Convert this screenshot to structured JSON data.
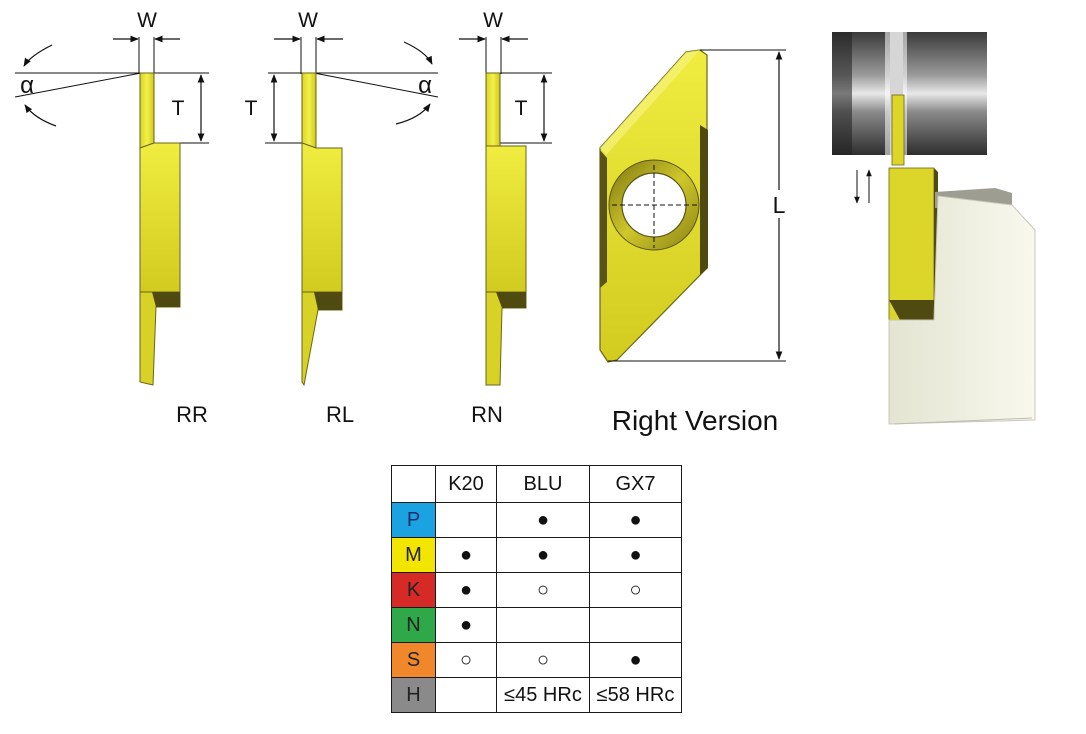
{
  "diagram": {
    "variants": [
      {
        "id": "rr",
        "label": "RR",
        "angle_symbol": "α",
        "width_symbol": "W",
        "height_symbol": "T"
      },
      {
        "id": "rl",
        "label": "RL",
        "angle_symbol": "α",
        "width_symbol": "W",
        "height_symbol": "T"
      },
      {
        "id": "rn",
        "label": "RN",
        "width_symbol": "W",
        "height_symbol": "T"
      }
    ],
    "right_version": {
      "label": "Right Version",
      "length_symbol": "L"
    }
  },
  "grade_table": {
    "headers": [
      "",
      "K20",
      "BLU",
      "GX7"
    ],
    "rows": [
      {
        "material": "P",
        "color": "#1aa3e0",
        "text_color": "#1a2b6e",
        "cells": [
          "",
          "●",
          "●"
        ]
      },
      {
        "material": "M",
        "color": "#f2e500",
        "text_color": "#222222",
        "cells": [
          "●",
          "●",
          "●"
        ]
      },
      {
        "material": "K",
        "color": "#d62a26",
        "text_color": "#222222",
        "cells": [
          "●",
          "○",
          "○"
        ]
      },
      {
        "material": "N",
        "color": "#2fa84a",
        "text_color": "#222222",
        "cells": [
          "●",
          "",
          ""
        ]
      },
      {
        "material": "S",
        "color": "#f0872b",
        "text_color": "#222222",
        "cells": [
          "○",
          "○",
          "●"
        ]
      },
      {
        "material": "H",
        "color": "#8a8a8a",
        "text_color": "#222222",
        "cells": [
          "",
          "≤45 HRc",
          "≤58 HRc"
        ]
      }
    ]
  },
  "colors": {
    "insert_yellow": "#e8e63c",
    "insert_shadow": "#5a5410"
  }
}
